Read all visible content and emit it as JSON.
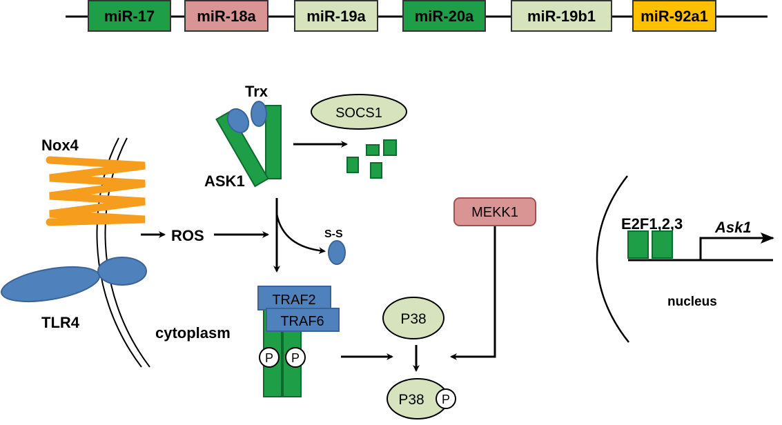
{
  "gene_cluster": [
    {
      "label": "miR-17",
      "color": "#1e9e47"
    },
    {
      "label": "miR-18a",
      "color": "#d99594"
    },
    {
      "label": "miR-19a",
      "color": "#d6e3bc"
    },
    {
      "label": "miR-20a",
      "color": "#1e9e47"
    },
    {
      "label": "miR-19b1",
      "color": "#d6e3bc"
    },
    {
      "label": "miR-92a1",
      "color": "#ffc000"
    }
  ],
  "labels": {
    "trx": "Trx",
    "socs1": "SOCS1",
    "nox4": "Nox4",
    "ask1": "ASK1",
    "ros": "ROS",
    "ss": "S-S",
    "mekk1": "MEKK1",
    "tlr4": "TLR4",
    "cytoplasm": "cytoplasm",
    "traf2": "TRAF2",
    "traf6": "TRAF6",
    "p38": "P38",
    "p38_phos": "P38",
    "phospho": "P",
    "e2f": "E2F1,2,3",
    "ask1_gene": "Ask1",
    "nucleus": "nucleus"
  },
  "colors": {
    "green": "#1e9e47",
    "blue": "#4f81bd",
    "orange": "#f79d1e",
    "pale_green": "#d6e3bc",
    "pink": "#d99594"
  }
}
